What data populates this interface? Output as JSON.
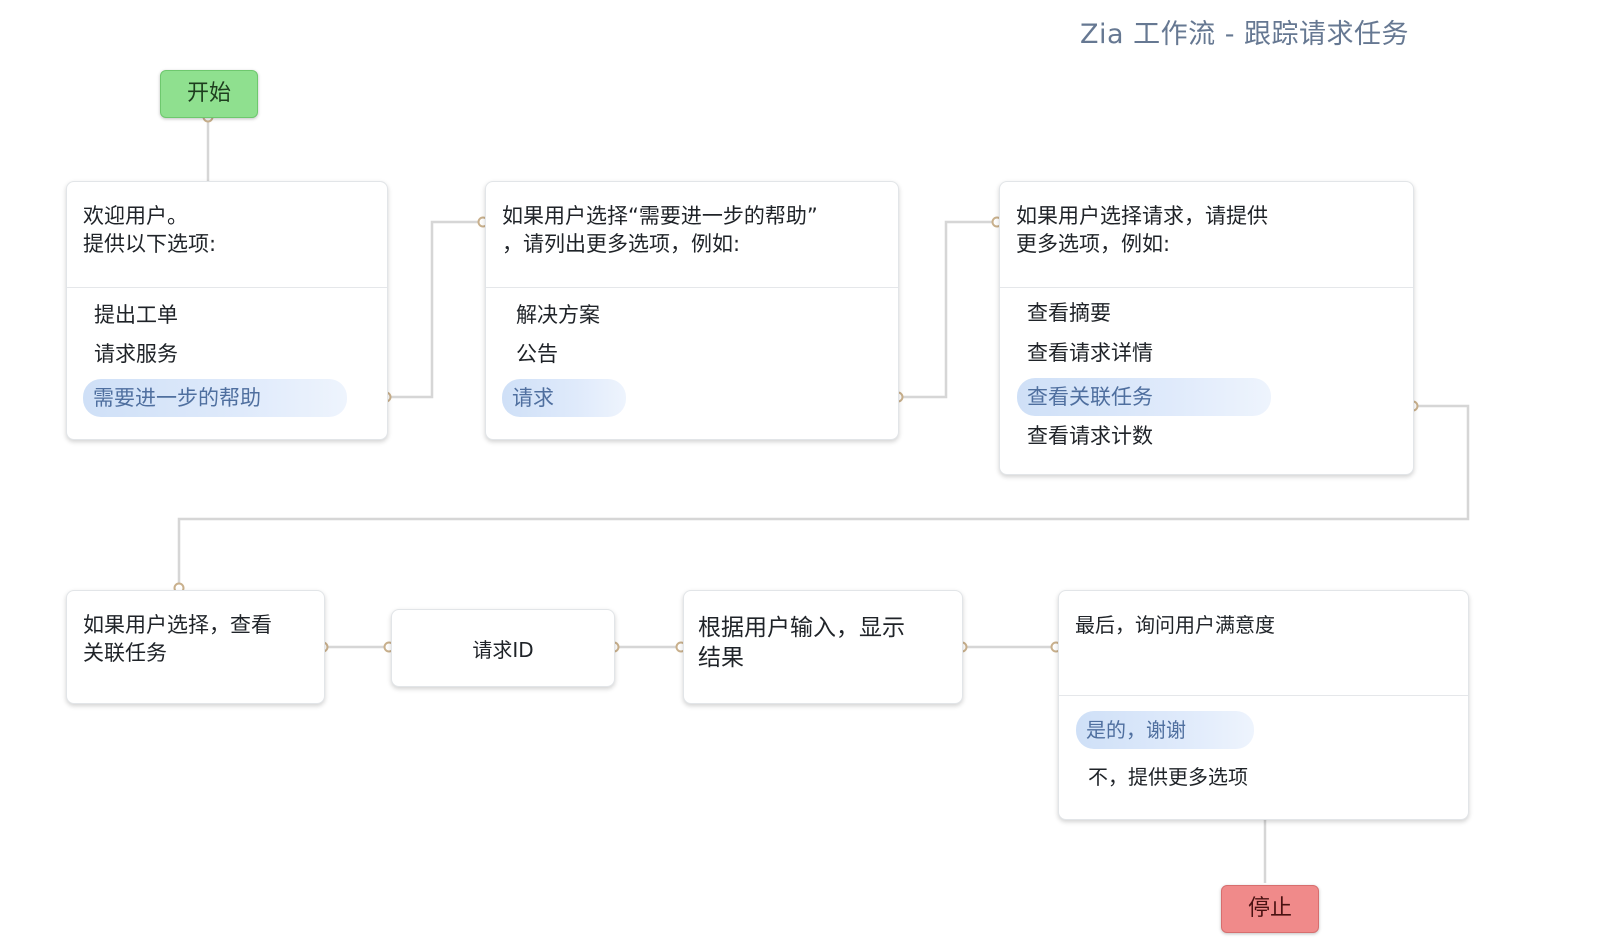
{
  "title": "Zia 工作流 - 跟踪请求任务",
  "start": {
    "label": "开始"
  },
  "stop": {
    "label": "停止"
  },
  "nodes": {
    "welcome": {
      "text": "欢迎用户。\n提供以下选项:",
      "options": [
        "提出工单",
        "请求服务",
        "需要进一步的帮助"
      ]
    },
    "more_help": {
      "text": "如果用户选择“需要进一步的帮助”\n，请列出更多选项，例如:",
      "options": [
        "解决方案",
        "公告",
        "请求"
      ]
    },
    "request": {
      "text": "如果用户选择请求，请提供\n更多选项，例如:",
      "options": [
        "查看摘要",
        "查看请求详情",
        "查看关联任务",
        "查看请求计数"
      ]
    },
    "linked_tasks": {
      "text": "如果用户选择，查看\n关联任务"
    },
    "request_id": {
      "text": "请求ID"
    },
    "show_results": {
      "text": "根据用户输入，显示\n结果"
    },
    "satisfaction": {
      "text": "最后，询问用户满意度",
      "options": [
        "是的，谢谢",
        "不，提供更多选项"
      ]
    }
  },
  "colors": {
    "start": "#8fe08f",
    "stop": "#f08a8a",
    "highlight": "#cfe0f7",
    "connector": "#d9d9d9",
    "title": "#667892"
  }
}
